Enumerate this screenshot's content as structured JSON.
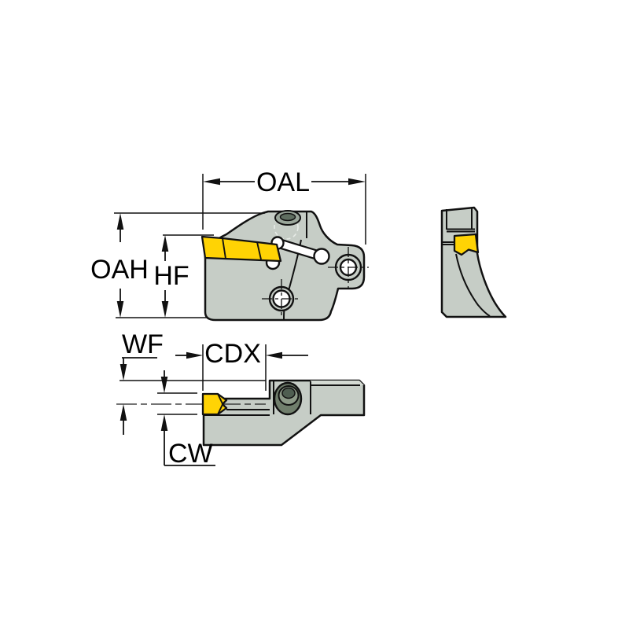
{
  "labels": {
    "oal": "OAL",
    "oah": "OAH",
    "hf": "HF",
    "wf": "WF",
    "cdx": "CDX",
    "cw": "CW"
  },
  "colors": {
    "background_white": "#ffffff",
    "body_gray": "#c6cdc6",
    "body_gray_light": "#d4dad3",
    "insert_yellow": "#ffd304",
    "outline_black": "#111111",
    "recess_ring_gray": "#9aa69a",
    "recess_hole_green": "#5f6e60",
    "clamp_outer_green": "#707e6c",
    "clamp_ring_green": "#8d9a88",
    "clamp_hole_green": "#4f5e51",
    "hidden_line_white": "#e7ebe7"
  }
}
